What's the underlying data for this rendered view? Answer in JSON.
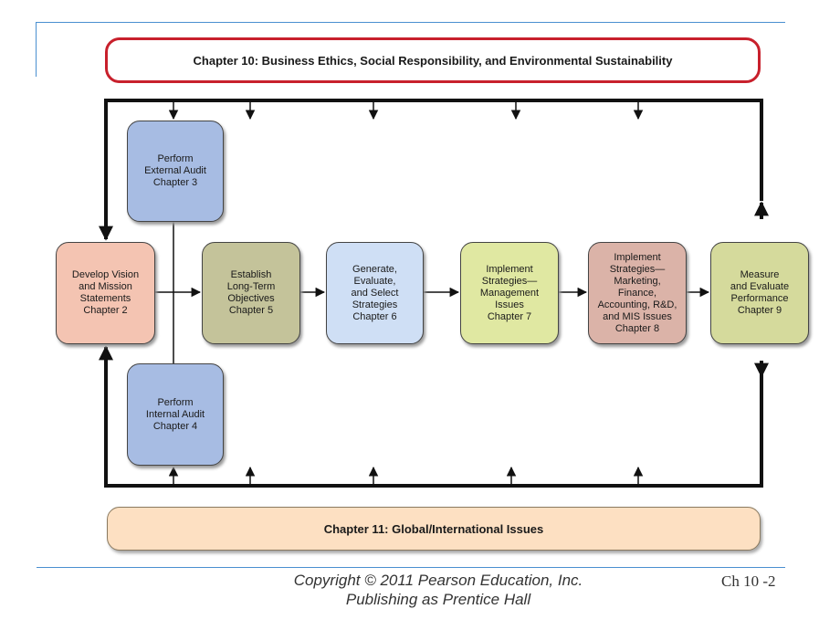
{
  "banners": {
    "top": "Chapter 10: Business Ethics, Social Responsibility, and Environmental Sustainability",
    "bottom": "Chapter 11:  Global/International Issues"
  },
  "boxes": {
    "vision": "Develop Vision\nand Mission\nStatements\nChapter 2",
    "external_audit": "Perform\nExternal Audit\nChapter 3",
    "internal_audit": "Perform\nInternal Audit\nChapter 4",
    "objectives": "Establish\nLong-Term\nObjectives\nChapter 5",
    "strategies": "Generate,\nEvaluate,\nand Select\nStrategies\nChapter 6",
    "management": "Implement\nStrategies—\nManagement\nIssues\nChapter 7",
    "marketing": "Implement\nStrategies—\nMarketing,\nFinance,\nAccounting, R&D,\nand MIS Issues\nChapter 8",
    "measure": "Measure\nand Evaluate\nPerformance\nChapter 9"
  },
  "footer": {
    "copyright_line1": "Copyright © 2011 Pearson Education, Inc.",
    "copyright_line2": "Publishing as Prentice Hall",
    "page": "Ch 10 -2"
  },
  "colors": {
    "accent_rule": "#4a8fd0",
    "top_banner_border": "#c8202c",
    "bottom_banner_fill": "#fde0c2"
  }
}
